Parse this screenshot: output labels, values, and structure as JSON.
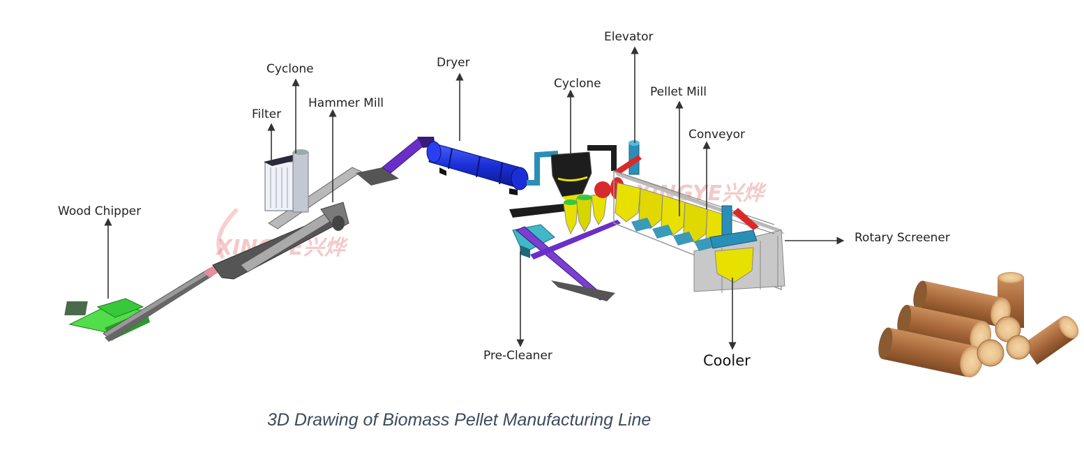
{
  "labels": {
    "wood_chipper": "Wood Chipper",
    "filter": "Filter",
    "cyclone_1": "Cyclone",
    "hammer_mill": "Hammer Mill",
    "dryer": "Dryer",
    "cyclone_2": "Cyclone",
    "elevator": "Elevator",
    "pellet_mill": "Pellet Mill",
    "conveyor": "Conveyor",
    "rotary_screener": "Rotary Screener",
    "pre_cleaner": "Pre-Cleaner",
    "cooler": "Cooler"
  },
  "watermark": {
    "text_1": "XINGYE兴烨",
    "text_2": "XINGYE兴烨",
    "color": "#e88a8a"
  },
  "caption": "3D Drawing of Biomass Pellet Manufacturing Line",
  "colors": {
    "dryer_blue": "#1a2fd6",
    "chute_purple": "#6a2fc8",
    "machine_green": "#39c83a",
    "machine_yellow": "#e8e000",
    "cyclone_red": "#d82a2a",
    "frame_grey": "#a9a9a9",
    "pipe_teal": "#2a8fb8",
    "briquette_wood": "#b87e4e"
  }
}
